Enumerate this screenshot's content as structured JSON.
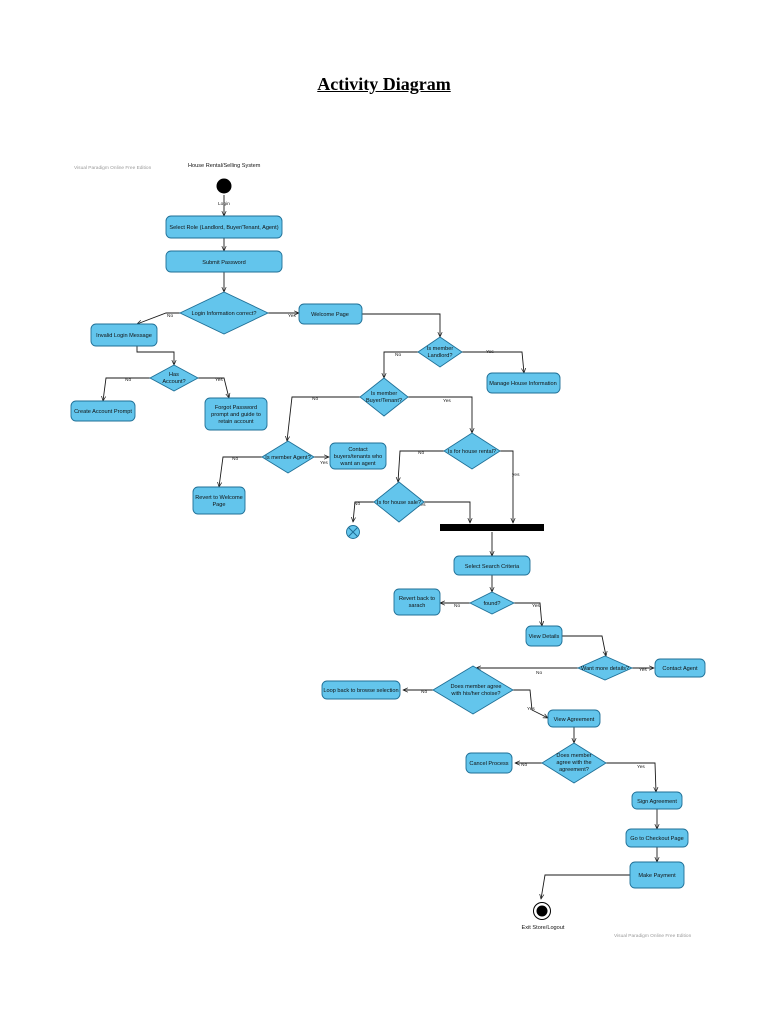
{
  "title": "Activity Diagram",
  "diagram": {
    "system_name": "House Rental/Selling System",
    "watermark_top": "Visual Paradigm Online Free Edition",
    "watermark_bottom": "Visual Paradigm Online Free Edition",
    "colors": {
      "node_fill": "#63c5ec",
      "node_stroke": "#1f6f96",
      "edge": "#1a1a1a",
      "bar": "#000000"
    },
    "nodes": {
      "select_role": "Select Role (Landlord, Buyer/Tenant, Agent)",
      "submit_password": "Submit Password",
      "login_correct": "Login Information correct?",
      "welcome_page": "Welcome Page",
      "invalid_login": "Invalid Login Message",
      "has_account": [
        "Has",
        "Account?"
      ],
      "create_account": "Create Account Prompt",
      "forgot_password": [
        "Forgot Password",
        "prompt and guide to",
        "retain account"
      ],
      "is_landlord": [
        "Is member",
        "Landlord?"
      ],
      "manage_house": "Manage House Information",
      "is_buyer": [
        "Is member",
        "Buyer/Tenant?"
      ],
      "is_agent": "Is member Agent?",
      "contact_buyers": [
        "Contact",
        "buyers/tenants who",
        "want an agent"
      ],
      "revert_welcome": [
        "Revert to Welcome",
        "Page"
      ],
      "is_rental": "Is for house rental?",
      "is_sale": "Is for house sale?",
      "select_search": "Select Search Criteria",
      "found": "found?",
      "revert_search": [
        "Revert back to",
        "sarach"
      ],
      "view_details": "View Details",
      "want_more": "Want more details?",
      "contact_agent": "Contact Agent",
      "member_agree_choice": [
        "Does member agree",
        "with his/her choise?"
      ],
      "loop_back": "Loop back to browse selection",
      "view_agreement": "View Agreement",
      "member_agree_agreement": [
        "Does member",
        "agree with the",
        "agreement?"
      ],
      "cancel_process": "Cancel Process",
      "sign_agreement": "Sign Agreement",
      "checkout": "Go to Checkout Page",
      "make_payment": "Make Payment",
      "exit": "Exit Store/Logout"
    },
    "edge_labels": {
      "login": "Login",
      "login_no": "No",
      "login_yes": "Yes",
      "account_no": "No",
      "account_yes": "Yes",
      "landlord_no": "No",
      "landlord_yes": "Yes",
      "buyer_no": "No",
      "buyer_yes": "Yes",
      "agent_no": "No",
      "agent_yes": "Yes",
      "rental_no": "No",
      "rental_yes": "yes",
      "sale_no": "No",
      "sale_yes": "yes",
      "found_no": "No",
      "found_yes": "Yes",
      "more_no": "No",
      "more_yes": "Yes",
      "choice_no": "No",
      "choice_yes": "Yes",
      "agreement_no": "No",
      "agreement_yes": "Yes"
    }
  }
}
